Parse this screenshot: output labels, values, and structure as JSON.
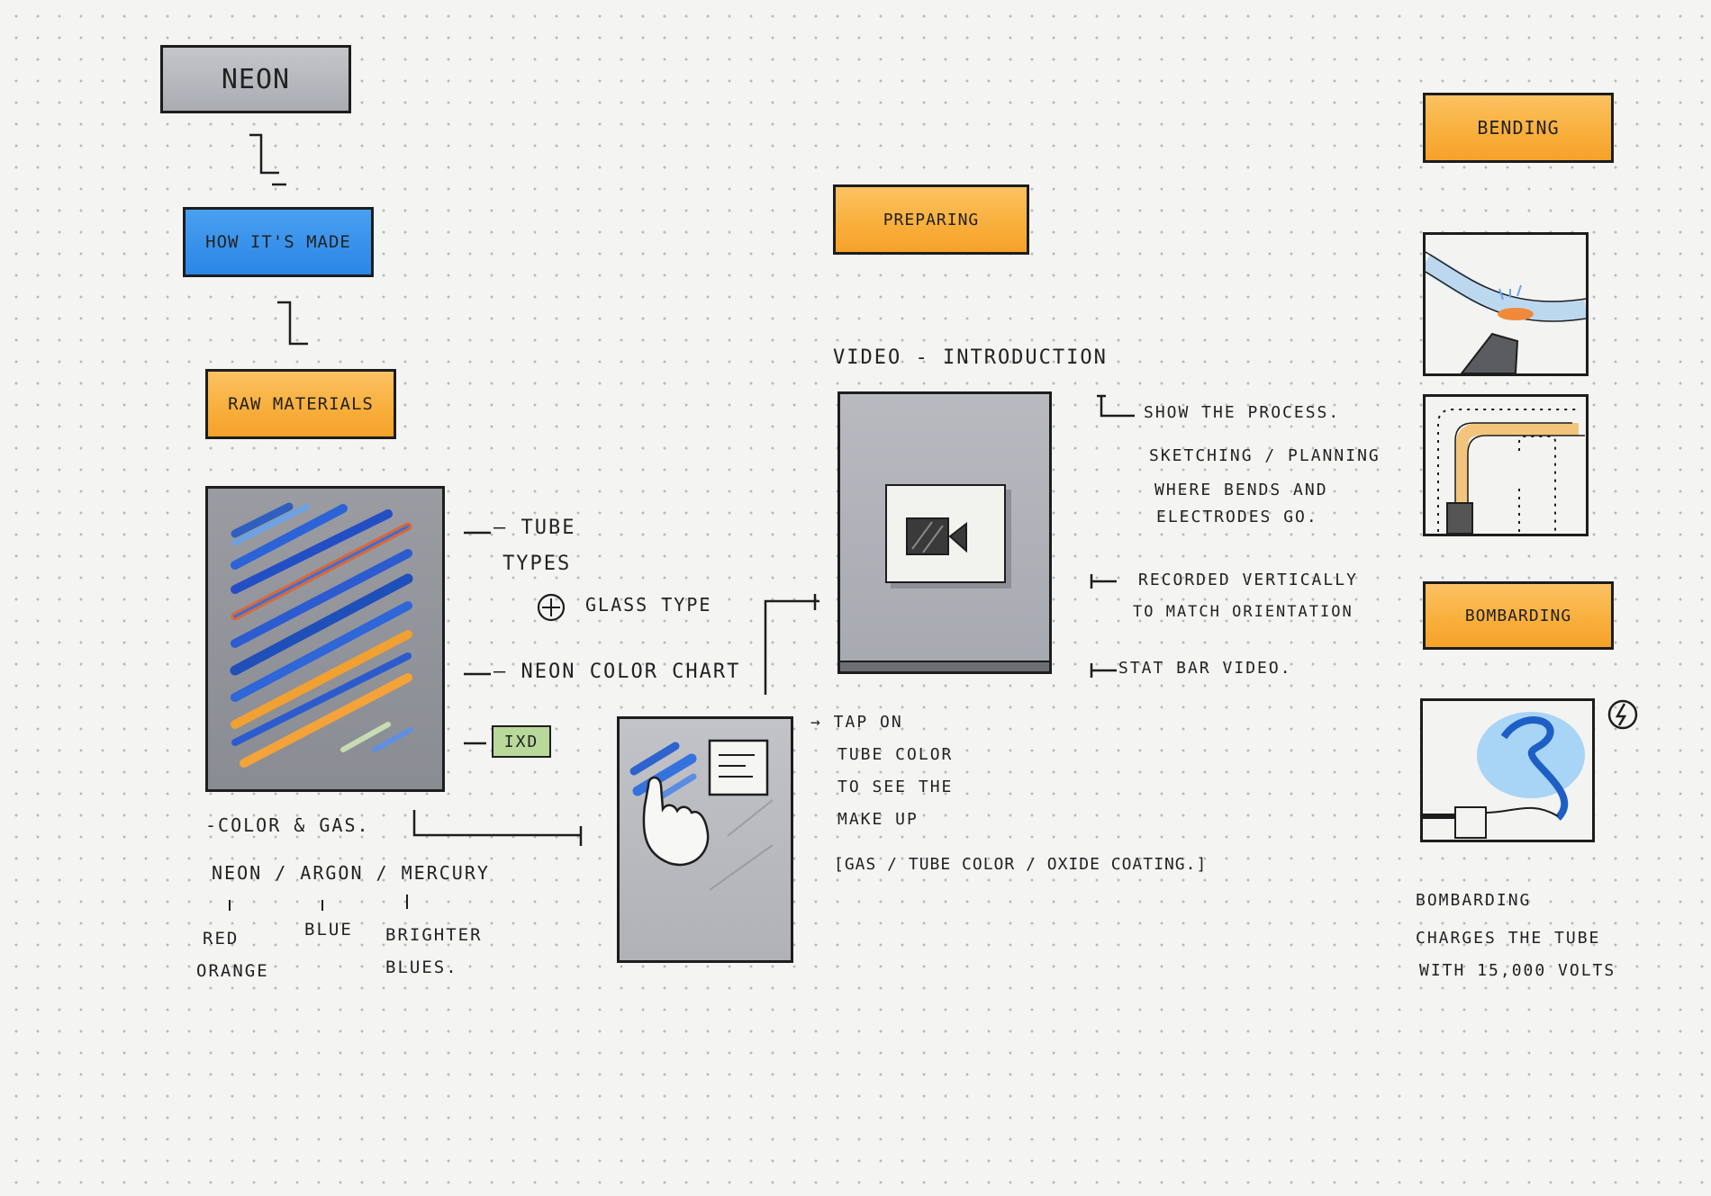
{
  "nodes": {
    "neon": "NEON",
    "how_its_made": "HOW IT'S MADE",
    "raw_materials": "RAW MATERIALS",
    "preparing": "PREPARING",
    "bending": "BENDING",
    "bombarding": "BOMBARDING"
  },
  "raw_materials_notes": {
    "tube_types": "— TUBE",
    "tube_types_2": "TYPES",
    "glass_type": "GLASS TYPE",
    "neon_color_chart": "— NEON COLOR CHART",
    "ixd": "IXD",
    "color_gas": "-COLOR & GAS.",
    "gases": "NEON / ARGON / MERCURY",
    "gas_color_1a": "RED",
    "gas_color_1b": "ORANGE",
    "gas_color_2": "BLUE",
    "gas_color_3a": "BRIGHTER",
    "gas_color_3b": "BLUES."
  },
  "interaction_notes": {
    "tap_1": "→ TAP ON",
    "tap_2": "TUBE COLOR",
    "tap_3": "TO SEE THE",
    "tap_4": "MAKE UP",
    "makeup": "[GAS / TUBE COLOR / OXIDE COATING.]"
  },
  "preparing_notes": {
    "video_title": "VIDEO - INTRODUCTION",
    "show_1": "SHOW THE PROCESS.",
    "show_2": "SKETCHING / PLANNING",
    "show_3": "WHERE BENDS AND",
    "show_4": "ELECTRODES GO.",
    "rec_1": "RECORDED VERTICALLY",
    "rec_2": "TO MATCH ORIENTATION",
    "stat": "STAT BAR VIDEO."
  },
  "bombarding_notes": {
    "line_1": "BOMBARDING",
    "line_2": "CHARGES THE TUBE",
    "line_3": "WITH 15,000 VOLTS"
  },
  "colors": {
    "orange": "#f8ae3a",
    "blue": "#2a86e6",
    "gray": "#b3b5ba",
    "green": "#b9d99a"
  }
}
